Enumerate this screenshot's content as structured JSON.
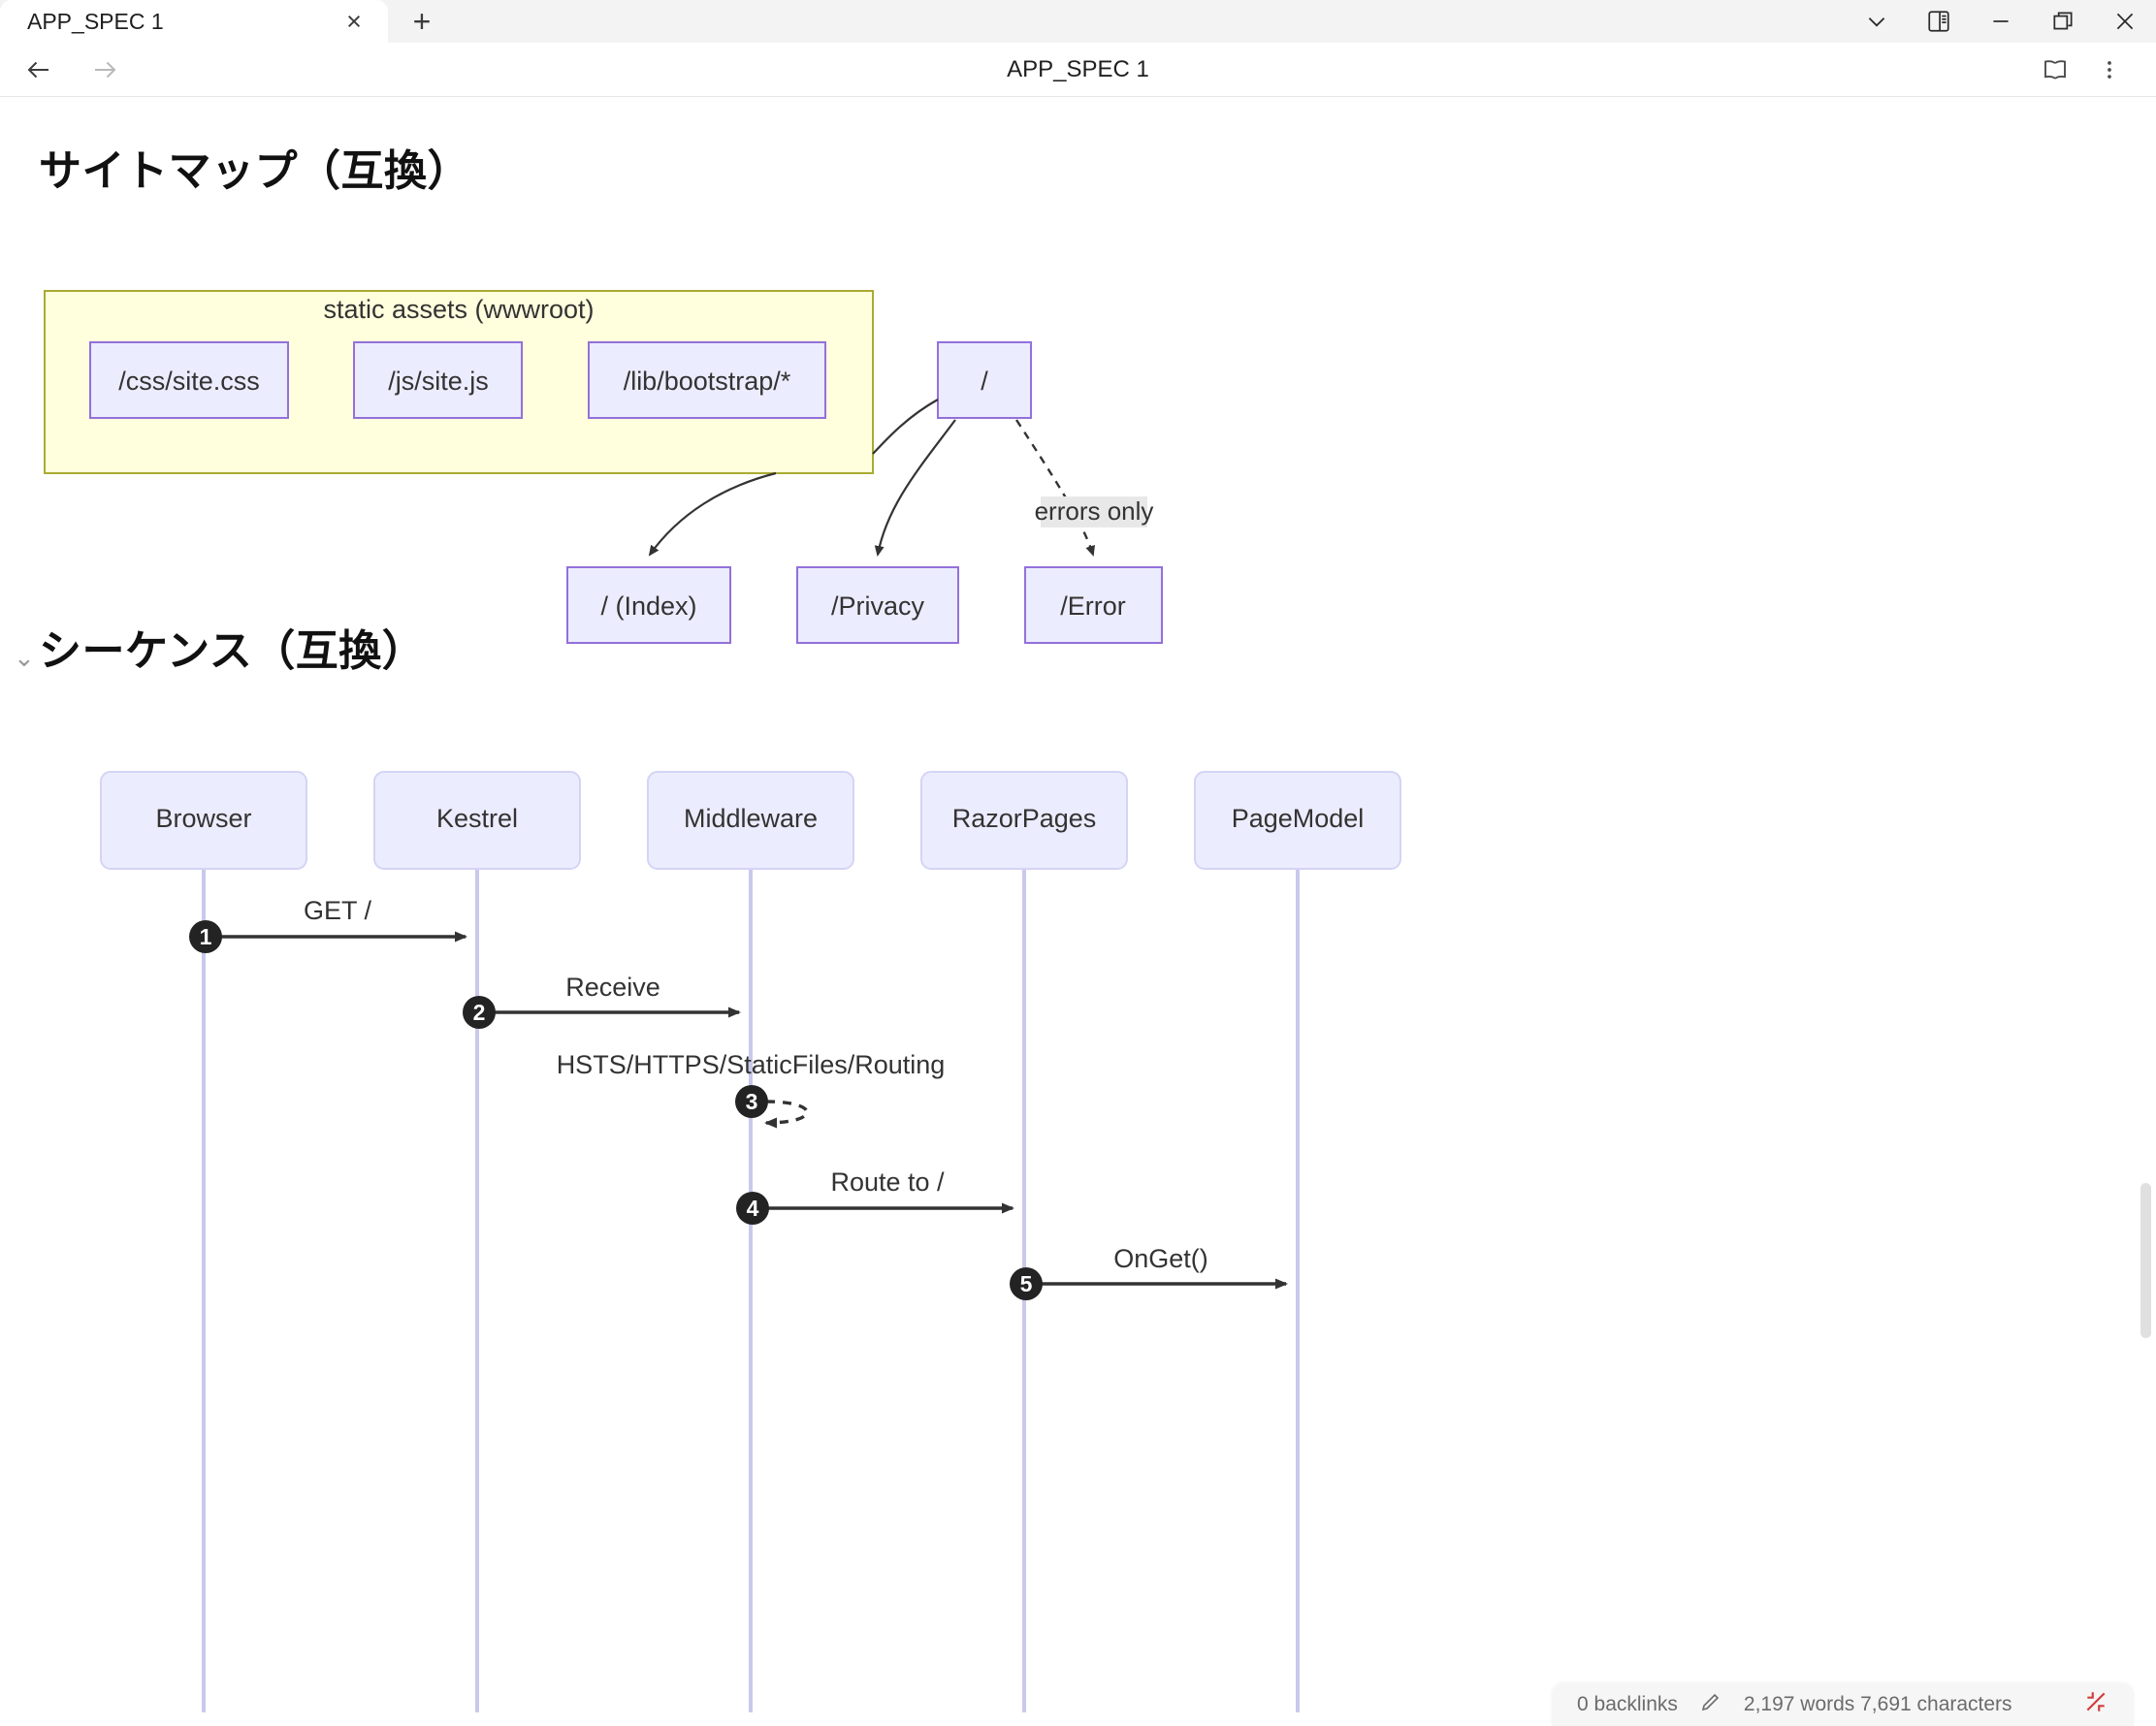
{
  "window": {
    "tabs": [
      {
        "title": "APP_SPEC 1",
        "close_label": "×"
      }
    ],
    "new_tab_label": "+",
    "controls": {
      "tab_search_label": "⌄",
      "split_screen_label": "",
      "minimize_label": "—",
      "maximize_label": "",
      "close_label": "✕"
    }
  },
  "toolbar": {
    "back_label": "←",
    "forward_label": "→",
    "title": "APP_SPEC 1",
    "reading_mode_label": "",
    "more_label": "⋮"
  },
  "sections": [
    {
      "id": "sitemap",
      "heading": "サイトマップ（互換）",
      "collapsed_chevron": ""
    },
    {
      "id": "sequence",
      "heading": "シーケンス（互換）",
      "collapsed_chevron": "⌄"
    }
  ],
  "sitemap": {
    "cluster": {
      "label": "static assets (wwwroot)",
      "fill": "#ffffde",
      "stroke": "#aaaa33"
    },
    "node_fill": "#ececff",
    "node_stroke": "#9370db",
    "nodes": [
      {
        "id": "css",
        "label": "/css/site.css"
      },
      {
        "id": "js",
        "label": "/js/site.js"
      },
      {
        "id": "lib",
        "label": "/lib/bootstrap/*"
      },
      {
        "id": "root",
        "label": "/"
      },
      {
        "id": "index",
        "label": "/ (Index)"
      },
      {
        "id": "privacy",
        "label": "/Privacy"
      },
      {
        "id": "error",
        "label": "/Error"
      }
    ],
    "edges": [
      {
        "from": "root",
        "to": "index",
        "label": "",
        "style": "solid"
      },
      {
        "from": "root",
        "to": "privacy",
        "label": "",
        "style": "solid"
      },
      {
        "from": "root",
        "to": "error",
        "label": "errors only",
        "style": "dashed"
      },
      {
        "from": "root",
        "to": "assets",
        "label": "",
        "style": "solid"
      }
    ]
  },
  "sequence": {
    "participant_fill": "#ececff",
    "participant_stroke": "#d4d4f5",
    "lifeline_color": "#c9c9ed",
    "participants": [
      {
        "id": "browser",
        "label": "Browser"
      },
      {
        "id": "kestrel",
        "label": "Kestrel"
      },
      {
        "id": "middleware",
        "label": "Middleware"
      },
      {
        "id": "razorpages",
        "label": "RazorPages"
      },
      {
        "id": "pagemodel",
        "label": "PageModel"
      }
    ],
    "messages": [
      {
        "num": "1",
        "from": "browser",
        "to": "kestrel",
        "label": "GET /",
        "style": "solid",
        "self": false
      },
      {
        "num": "2",
        "from": "kestrel",
        "to": "middleware",
        "label": "Receive",
        "style": "solid",
        "self": false
      },
      {
        "num": "3",
        "from": "middleware",
        "to": "middleware",
        "label": "HSTS/HTTPS/StaticFiles/Routing",
        "style": "dashed",
        "self": true
      },
      {
        "num": "4",
        "from": "middleware",
        "to": "razorpages",
        "label": "Route to /",
        "style": "solid",
        "self": false
      },
      {
        "num": "5",
        "from": "razorpages",
        "to": "pagemodel",
        "label": "OnGet()",
        "style": "solid",
        "self": false
      }
    ]
  },
  "statusbar": {
    "backlinks": "0 backlinks",
    "pencil_icon": "pencil",
    "word_count": "2,197 words   7,691 characters",
    "sync_icon": "sync-error"
  }
}
